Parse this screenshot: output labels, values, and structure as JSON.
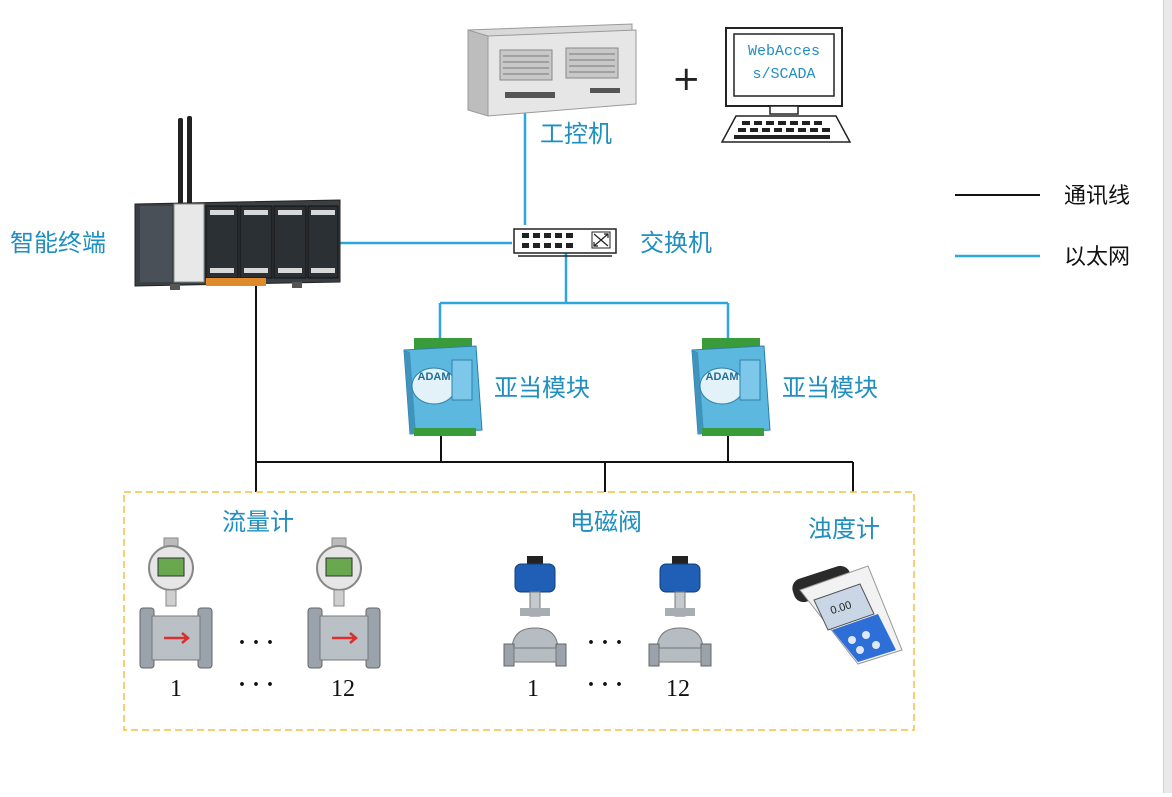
{
  "labels": {
    "ipc": "工控机",
    "screen_line1": "WebAcces",
    "screen_line2": "s/SCADA",
    "plus": "+",
    "terminal": "智能终端",
    "switch": "交换机",
    "adam_left": "亚当模块",
    "adam_right": "亚当模块",
    "flowmeter": "流量计",
    "valve": "电磁阀",
    "turbidity": "浊度计",
    "flow_first": "1",
    "flow_last": "12",
    "valve_first": "1",
    "valve_last": "12",
    "ellipsis": "· · ·",
    "meter_reading": "0.00",
    "adam_logo": "ADAM"
  },
  "legend": {
    "comm_line": "通讯线",
    "ethernet": "以太网"
  },
  "colors": {
    "comm_line": "#111111",
    "ethernet": "#2aa7dc",
    "label": "#1f8fc0",
    "dashed_box": "#f0c040",
    "adam_body": "#5db8e0"
  }
}
